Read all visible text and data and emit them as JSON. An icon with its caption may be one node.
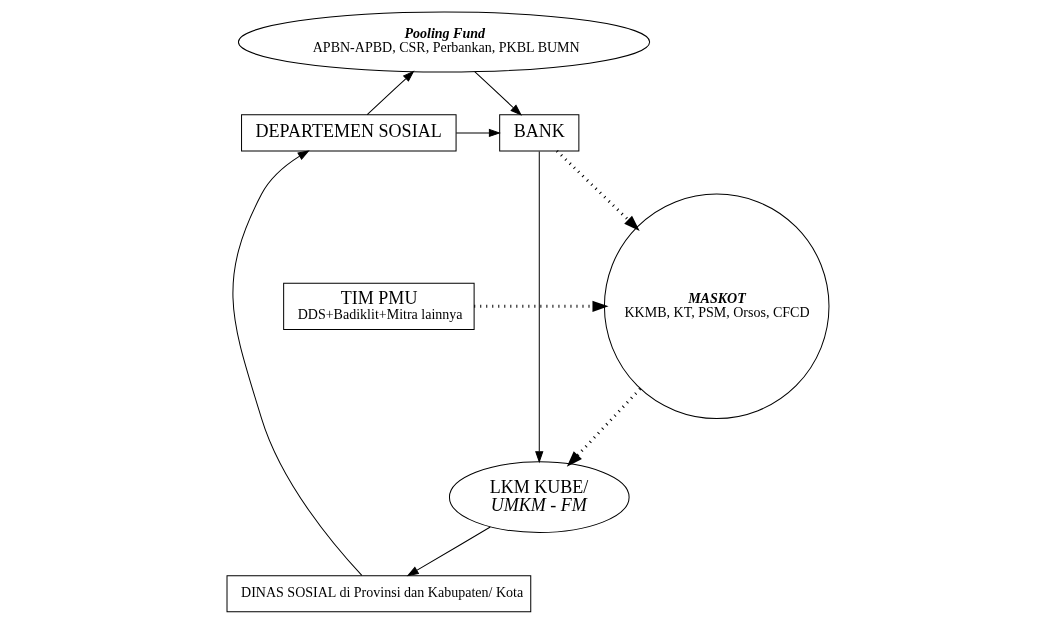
{
  "diagram": {
    "nodes": [
      {
        "text": [
          "Pooling Fund",
          "APBN-APBD, CSR, Perbankan, PKBL BUMN"
        ]
      },
      {
        "text": [
          "DEPARTEMEN SOSIAL"
        ]
      },
      {
        "text": [
          "BANK"
        ]
      },
      {
        "text": [
          "DINAS SOSIAL di Provinsi dan Kabupaten/ Kota"
        ]
      },
      {
        "text": [
          "MASKOT",
          "KKMB, KT, PSM, Orsos, CFCD"
        ]
      },
      {
        "text": [
          "TIM PMU",
          "DDS+Badiklit+Mitra lainnya"
        ]
      },
      {
        "text": [
          "LKM KUBE/",
          "UMKM - FM"
        ]
      }
    ],
    "edges": [
      {
        "from": 1,
        "to": 0,
        "arrow": "to"
      },
      {
        "from": 0,
        "to": 2,
        "arrow": "to"
      },
      {
        "from": 1,
        "to": 2,
        "arrow": "to"
      },
      {
        "from": 2,
        "to": 6,
        "arrow": "to"
      },
      {
        "from": 2,
        "to": 4,
        "arrow": "to",
        "style": "dashed"
      },
      {
        "from": 4,
        "to": 6,
        "arrow": "to",
        "style": "dashed"
      },
      {
        "from": 5,
        "to": 4,
        "arrow": "to",
        "style": "dashed"
      },
      {
        "from": 3,
        "to": 1,
        "arrow": "to"
      },
      {
        "from": 6,
        "to": 3,
        "arrow": "to"
      }
    ]
  }
}
